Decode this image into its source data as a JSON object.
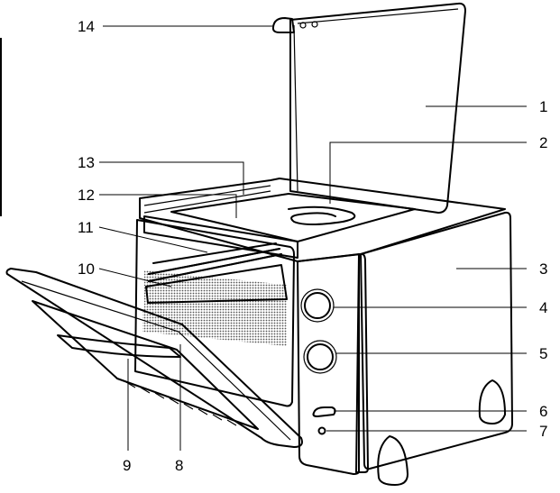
{
  "colors": {
    "ink": "#000000",
    "paper": "#ffffff",
    "screen": "#b8b8b8",
    "dark": "#111111"
  },
  "callouts": [
    {
      "id": "1",
      "text": "1"
    },
    {
      "id": "2",
      "text": "2"
    },
    {
      "id": "3",
      "text": "3"
    },
    {
      "id": "4",
      "text": "4"
    },
    {
      "id": "5",
      "text": "5"
    },
    {
      "id": "6",
      "text": "6"
    },
    {
      "id": "7",
      "text": "7"
    },
    {
      "id": "8",
      "text": "8"
    },
    {
      "id": "9",
      "text": "9"
    },
    {
      "id": "10",
      "text": "10"
    },
    {
      "id": "11",
      "text": "11"
    },
    {
      "id": "12",
      "text": "12"
    },
    {
      "id": "13",
      "text": "13"
    },
    {
      "id": "14",
      "text": "14"
    }
  ]
}
